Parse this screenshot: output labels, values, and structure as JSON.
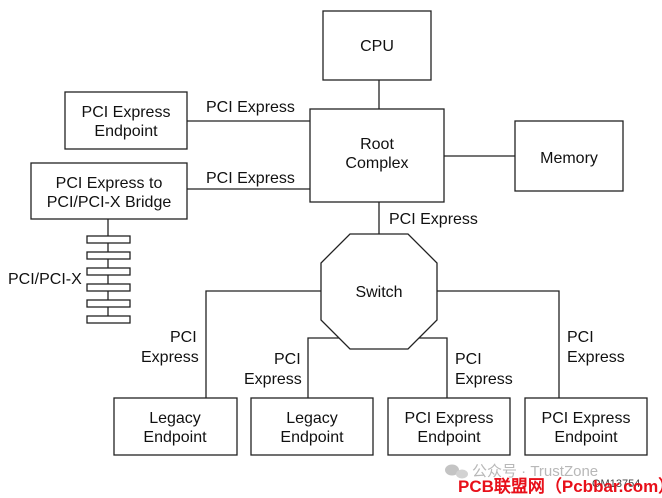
{
  "nodes": {
    "cpu": "CPU",
    "root_complex": [
      "Root",
      "Complex"
    ],
    "memory": "Memory",
    "pcie_endpoint_top": [
      "PCI Express",
      "Endpoint"
    ],
    "bridge": [
      "PCI Express to",
      "PCI/PCI-X Bridge"
    ],
    "switch": "Switch",
    "legacy_endpoint_1": [
      "Legacy",
      "Endpoint"
    ],
    "legacy_endpoint_2": [
      "Legacy",
      "Endpoint"
    ],
    "pcie_endpoint_3": [
      "PCI Express",
      "Endpoint"
    ],
    "pcie_endpoint_4": [
      "PCI Express",
      "Endpoint"
    ]
  },
  "bus_label": "PCI/PCI-X",
  "link_labels": {
    "endpoint_to_root": "PCI Express",
    "bridge_to_root": "PCI Express",
    "root_to_switch": "PCI Express",
    "switch_to_legacy_1": [
      "PCI",
      "Express"
    ],
    "switch_to_legacy_2": [
      "PCI",
      "Express"
    ],
    "switch_to_endpoint_3": [
      "PCI",
      "Express"
    ],
    "switch_to_endpoint_4": [
      "PCI",
      "Express"
    ]
  },
  "watermark": {
    "wechat": "公众号 · TrustZone",
    "site": "PCB联盟网（Pcbbar.com）",
    "figure_id": "OM13754"
  }
}
